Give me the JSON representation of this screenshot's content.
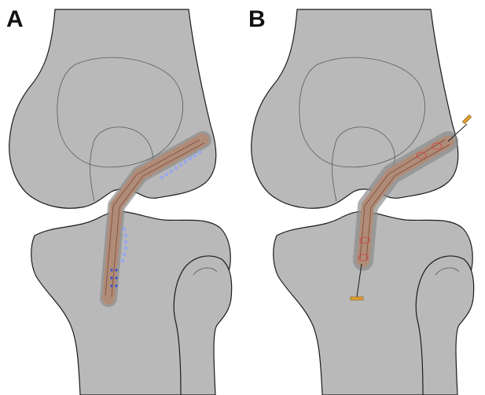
{
  "panels": [
    {
      "id": "A",
      "label": "A"
    },
    {
      "id": "B",
      "label": "B"
    }
  ],
  "colors": {
    "bone_fill": "#b9b9b9",
    "bone_outline": "#1c1c1c",
    "inner_line": "#5a5a5a",
    "graft": "#b08c78",
    "graft_shadow": "#8c8c8c",
    "suture": "#7a4a3a",
    "fixation_dots": "#9aa9e8",
    "fixation_marks": "#3a4fc8",
    "cortical_button": "#e0a030",
    "tunnel_circle": "#d04040"
  }
}
